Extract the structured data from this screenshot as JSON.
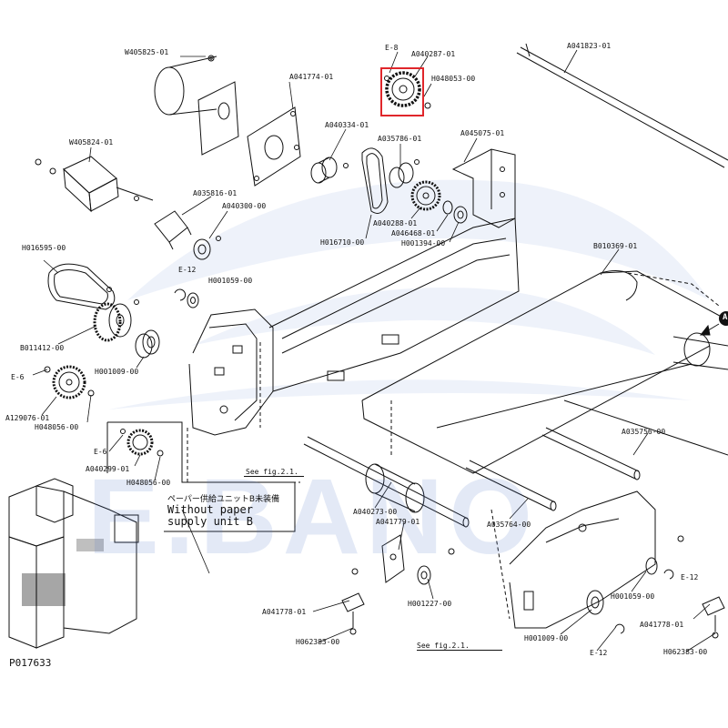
{
  "document_id": "P017633",
  "watermark": "E.BANO",
  "note": {
    "jp": "ペーパー供給ユニットB未装備",
    "line1": "Without paper",
    "line2": "supply unit B"
  },
  "figure_refs": [
    "See fig.2.1.",
    "See fig.2.1."
  ],
  "callout_letter": "A",
  "highlight_color": "#e0262b",
  "labels": [
    "W405825-01",
    "A041774-01",
    "E-8",
    "A040287-01",
    "H048053-00",
    "A041823-01",
    "A040334-01",
    "A035786-01",
    "A045075-01",
    "W405824-01",
    "A035816-01",
    "A040300-00",
    "A040288-01",
    "H016710-00",
    "A046468-01",
    "H001394-00",
    "H016595-00",
    "B010369-01",
    "E-12",
    "H001059-00",
    "B011412-00",
    "H001009-00",
    "E-6",
    "A129076-01",
    "H048056-00",
    "E-6",
    "A040299-01",
    "H048056-00",
    "A035756-00",
    "A040273-00",
    "A041779-01",
    "A035764-00",
    "H001227-00",
    "H001059-00",
    "E-12",
    "A041778-01",
    "A041778-01",
    "H062383-00",
    "H062383-00",
    "H001009-00",
    "E-12"
  ]
}
